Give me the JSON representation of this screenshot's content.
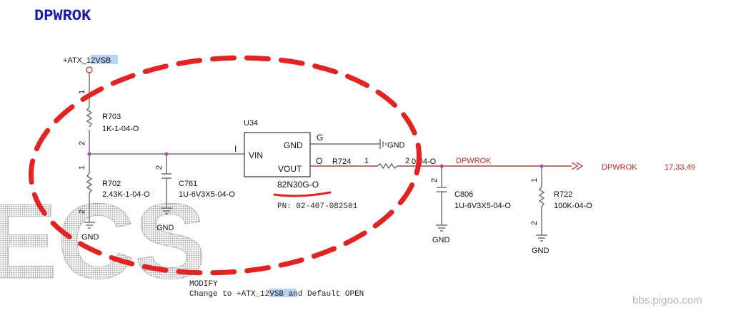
{
  "title": "DPWROK",
  "rail": {
    "name_prefix": "+ATX_",
    "name_highlight": "12VSB"
  },
  "u34": {
    "ref": "U34",
    "part": "82N30G-O",
    "pin_in": "VIN",
    "pin_gnd": "GND",
    "pin_out": "VOUT",
    "tag_in": "I",
    "tag_gnd": "G",
    "tag_out": "O"
  },
  "r703": {
    "ref": "R703",
    "value": "1K-1-04-O",
    "pin1": "1",
    "pin2": "2"
  },
  "r702": {
    "ref": "R702",
    "value": "2.43K-1-04-O",
    "pin1": "1",
    "pin2": "2"
  },
  "c761": {
    "ref": "C761",
    "value": "1U-6V3X5-04-O",
    "pin2": "2"
  },
  "r724": {
    "ref": "R724",
    "value": "0-04-O",
    "pin1": "1",
    "pin2": "2"
  },
  "c806": {
    "ref": "C806",
    "value": "1U-6V3X5-04-O",
    "pin2": "2"
  },
  "r722": {
    "ref": "R722",
    "value": "100K-04-O",
    "pin1": "1",
    "pin2": "2"
  },
  "gnd_label": "GND",
  "net": {
    "name": "DPWROK",
    "offpage": "DPWROK",
    "pages": "17,33,49"
  },
  "pn": "PN: 02-407-082501",
  "modify": {
    "title": "MODIFY",
    "prefix": "Change to +ATX_",
    "highlight": "12VSB",
    "suffix": " and Default OPEN"
  },
  "watermark": "ECS",
  "site": "bbs.pigoo.com",
  "colors": {
    "net": "#c0281c",
    "annotation": "#e32222",
    "title": "#1a1aa6",
    "highlight": "#b9d3f0",
    "node": "#c04bc8"
  }
}
